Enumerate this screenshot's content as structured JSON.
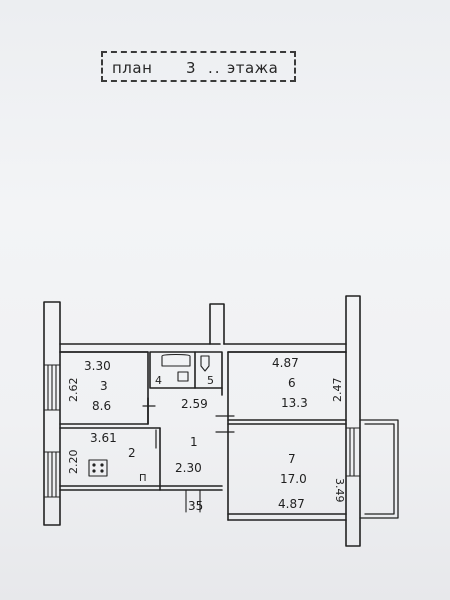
{
  "header": {
    "title_word_1": "план",
    "floor_number": "3",
    "dots": "..",
    "title_word_2": "этажа"
  },
  "rooms": {
    "room_1": {
      "number": "1",
      "area": "2.59",
      "dimension": "2.30"
    },
    "room_2": {
      "number": "2",
      "dimension_top": "3.61",
      "dimension_side": "2.20",
      "fixture_label": "П"
    },
    "room_3": {
      "number": "3",
      "area": "8.6",
      "dimension_top": "3.30",
      "dimension_side": "2.62"
    },
    "room_4": {
      "number": "4"
    },
    "room_5": {
      "number": "5"
    },
    "room_6": {
      "number": "6",
      "area": "13.3",
      "dimension_top": "4.87",
      "dimension_side": "2.47"
    },
    "room_7": {
      "number": "7",
      "area": "17.0",
      "dimension_bottom": "4.87",
      "dimension_side": "3.49"
    }
  },
  "dimensions": {
    "entrance": "35"
  }
}
